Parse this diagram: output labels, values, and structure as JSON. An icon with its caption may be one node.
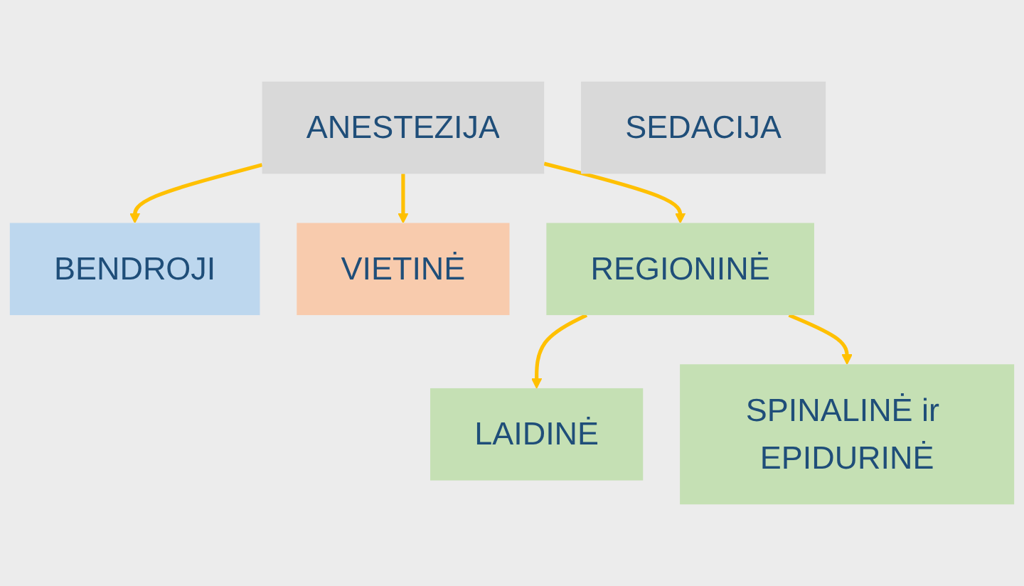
{
  "diagram": {
    "nodes": [
      {
        "text": [
          "ANESTEZIJA"
        ]
      },
      {
        "text": [
          "SEDACIJA"
        ]
      },
      {
        "text": [
          "BENDROJI"
        ]
      },
      {
        "text": [
          "VIETINĖ"
        ]
      },
      {
        "text": [
          "REGIONINĖ"
        ]
      },
      {
        "text": [
          "LAIDINĖ"
        ]
      },
      {
        "text": [
          "SPINALINĖ ir EPIDURINĖ"
        ]
      }
    ],
    "edges": [
      {
        "from": 0,
        "to": 2,
        "arrow": "to"
      },
      {
        "from": 0,
        "to": 3,
        "arrow": "to"
      },
      {
        "from": 0,
        "to": 4,
        "arrow": "to"
      },
      {
        "from": 4,
        "to": 5,
        "arrow": "to"
      },
      {
        "from": 4,
        "to": 6,
        "arrow": "to"
      }
    ]
  }
}
